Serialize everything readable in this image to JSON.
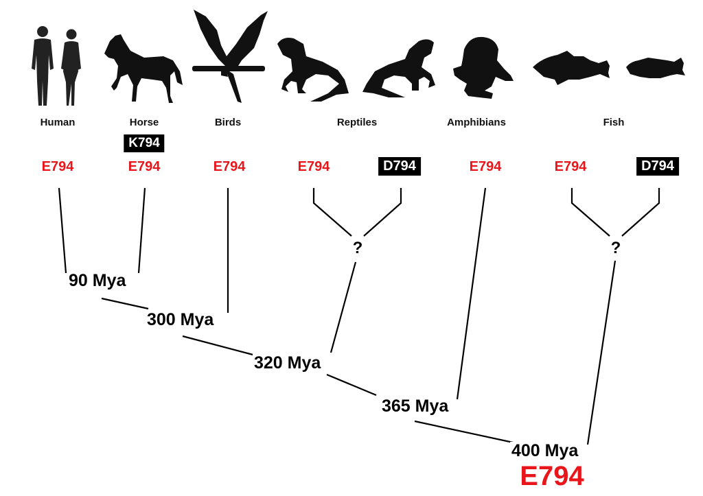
{
  "groups": [
    {
      "label": "Human",
      "icon": "human-silhouette-icon"
    },
    {
      "label": "Horse",
      "icon": "horse-silhouette-icon"
    },
    {
      "label": "Birds",
      "icon": "bird-silhouette-icon"
    },
    {
      "label": "Reptiles",
      "icon": "lizard-silhouette-icon"
    },
    {
      "label": "Amphibians",
      "icon": "frog-silhouette-icon"
    },
    {
      "label": "Fish",
      "icon": "fish-silhouette-icon"
    }
  ],
  "residues": {
    "human": "E794",
    "horse_variant": "K794",
    "horse": "E794",
    "birds": "E794",
    "reptile_1": "E794",
    "reptile_2": "D794",
    "amphibians": "E794",
    "fish_1": "E794",
    "fish_2": "D794"
  },
  "nodes": {
    "t90": "90 Mya",
    "t300": "300 Mya",
    "t320": "320 Mya",
    "t365": "365 Mya",
    "t400": "400 Mya",
    "reptile_unknown": "?",
    "fish_unknown": "?"
  },
  "root_residue": "E794",
  "colors": {
    "ancestral_residue": "#e8161b",
    "variant_box": "#000000",
    "variant_text": "#ffffff",
    "tree_line": "#000000"
  }
}
